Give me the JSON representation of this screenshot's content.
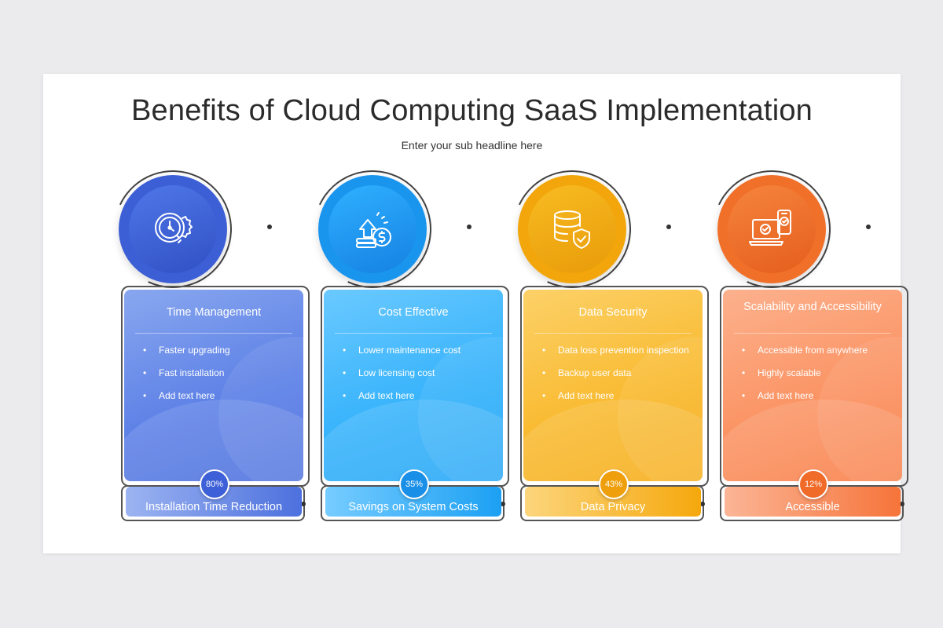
{
  "title": "Benefits of Cloud Computing SaaS Implementation",
  "subtitle": "Enter your sub headline here",
  "colors": {
    "blue": "#3d5fd6",
    "sky": "#1a95ee",
    "amber": "#f2a60c",
    "orange": "#f0702a"
  },
  "cards": [
    {
      "icon": "clock-gear-icon",
      "title": "Time Management",
      "bullets": [
        "Faster upgrading",
        "Fast installation",
        "Add text here"
      ],
      "percent": "80%",
      "footer": "Installation Time Reduction"
    },
    {
      "icon": "coins-growth-icon",
      "title": "Cost Effective",
      "bullets": [
        "Lower maintenance cost",
        "Low licensing cost",
        "Add text here"
      ],
      "percent": "35%",
      "footer": "Savings on System Costs"
    },
    {
      "icon": "database-shield-icon",
      "title": "Data Security",
      "bullets": [
        "Data loss prevention inspection",
        "Backup user data",
        "Add text here"
      ],
      "percent": "43%",
      "footer": "Data Privacy"
    },
    {
      "icon": "devices-check-icon",
      "title": "Scalability and Accessibility",
      "bullets": [
        "Accessible from anywhere",
        "Highly scalable",
        "Add text here"
      ],
      "percent": "12%",
      "footer": "Accessible"
    }
  ]
}
